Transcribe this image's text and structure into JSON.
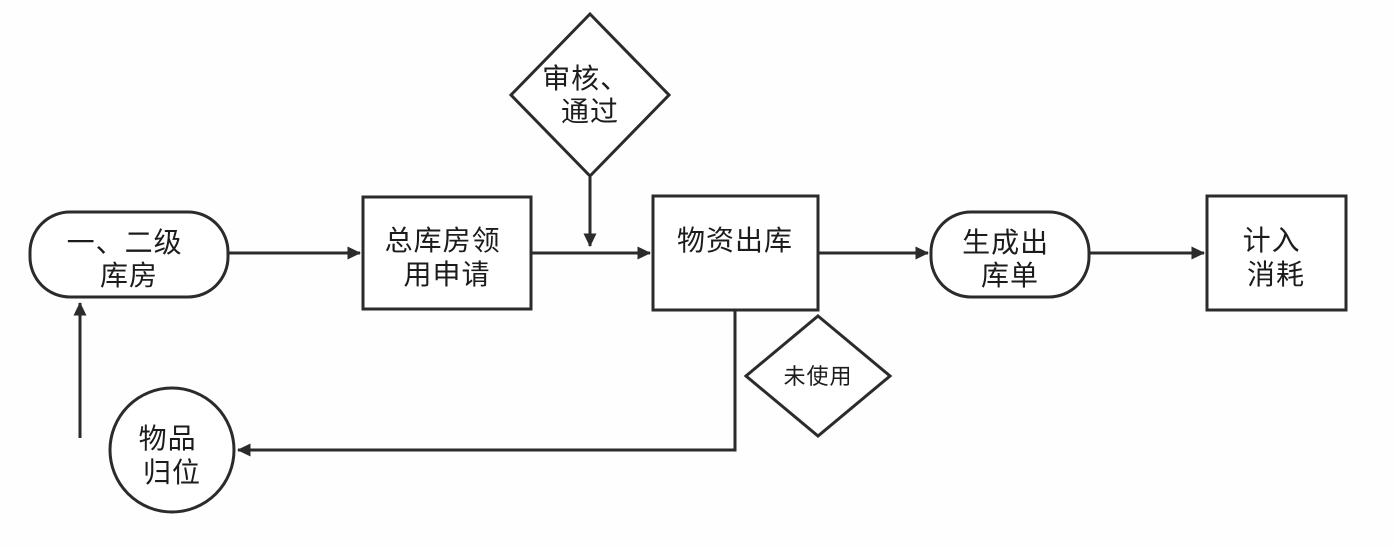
{
  "diagram": {
    "type": "flowchart",
    "background_color": "#ffffff",
    "stroke_color": "#2b2b2b",
    "text_color": "#1c1c1c",
    "nodes": {
      "warehouse": {
        "shape": "stadium",
        "line1": "一、二级",
        "line2": "库房"
      },
      "requisition": {
        "shape": "rect",
        "line1": "总库房领",
        "line2": "用申请"
      },
      "review": {
        "shape": "diamond",
        "line1": "审核、",
        "line2": "通过"
      },
      "outbound": {
        "shape": "rect",
        "line1": "物资出库"
      },
      "order": {
        "shape": "stadium",
        "line1": "生成出",
        "line2": "库单"
      },
      "consume": {
        "shape": "rect",
        "line1": "计入",
        "line2": "消耗"
      },
      "unused": {
        "shape": "diamond",
        "line1": "未使用"
      },
      "return": {
        "shape": "circle",
        "line1": "物品",
        "line2": "归位"
      }
    },
    "edges": [
      {
        "from": "warehouse",
        "to": "requisition",
        "style": "arrow-right"
      },
      {
        "from": "requisition",
        "to": "outbound",
        "style": "arrow-right"
      },
      {
        "from": "review",
        "to": "requisition-outbound-line",
        "style": "arrow-down"
      },
      {
        "from": "outbound",
        "to": "order",
        "style": "arrow-right"
      },
      {
        "from": "order",
        "to": "consume",
        "style": "arrow-right"
      },
      {
        "from": "outbound",
        "to": "return",
        "style": "arrow-down-then-left"
      },
      {
        "from": "return",
        "to": "warehouse",
        "style": "arrow-up"
      }
    ]
  }
}
